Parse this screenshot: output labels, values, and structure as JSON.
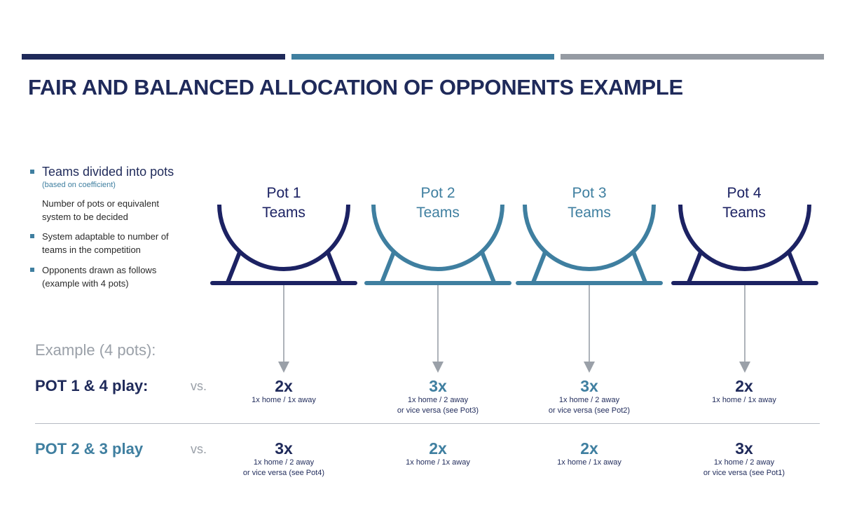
{
  "colors": {
    "navy": "#1f2a5a",
    "pot_navy": "#1c2263",
    "blue": "#3f7fa0",
    "gray": "#9aa0a8",
    "bar_gray": "#959ba3"
  },
  "title": "FAIR AND BALANCED ALLOCATION OF OPPONENTS EXAMPLE",
  "bullets": [
    {
      "main": "Teams divided into pots",
      "sub": "(based on coefficient)",
      "text": "Number of pots or equivalent system to be decided"
    },
    {
      "text": "System adaptable to number of teams in the competition"
    },
    {
      "text": "Opponents drawn as follows (example with 4 pots)"
    }
  ],
  "pots": [
    {
      "line1": "Pot 1",
      "line2": "Teams",
      "tone": "navy"
    },
    {
      "line1": "Pot 2",
      "line2": "Teams",
      "tone": "blue"
    },
    {
      "line1": "Pot 3",
      "line2": "Teams",
      "tone": "blue"
    },
    {
      "line1": "Pot 4",
      "line2": "Teams",
      "tone": "navy"
    }
  ],
  "example_label": "Example (4 pots):",
  "rows": [
    {
      "label": "POT 1 & 4 play:",
      "vs": "vs.",
      "tone": "navy",
      "cells": [
        {
          "count": "2x",
          "line1": "1x home / 1x away",
          "line2": "",
          "tone": "navy"
        },
        {
          "count": "3x",
          "line1": "1x home / 2 away",
          "line2": "or vice versa (see Pot3)",
          "tone": "blue"
        },
        {
          "count": "3x",
          "line1": "1x home / 2 away",
          "line2": "or vice versa (see Pot2)",
          "tone": "blue"
        },
        {
          "count": "2x",
          "line1": "1x home / 1x away",
          "line2": "",
          "tone": "navy"
        }
      ]
    },
    {
      "label": "POT 2 & 3 play",
      "vs": "vs.",
      "tone": "blue",
      "cells": [
        {
          "count": "3x",
          "line1": "1x home / 2 away",
          "line2": "or vice versa (see Pot4)",
          "tone": "navy"
        },
        {
          "count": "2x",
          "line1": "1x home / 1x away",
          "line2": "",
          "tone": "blue"
        },
        {
          "count": "2x",
          "line1": "1x home / 1x away",
          "line2": "",
          "tone": "blue"
        },
        {
          "count": "3x",
          "line1": "1x home / 2 away",
          "line2": "or vice versa (see Pot1)",
          "tone": "navy"
        }
      ]
    }
  ]
}
